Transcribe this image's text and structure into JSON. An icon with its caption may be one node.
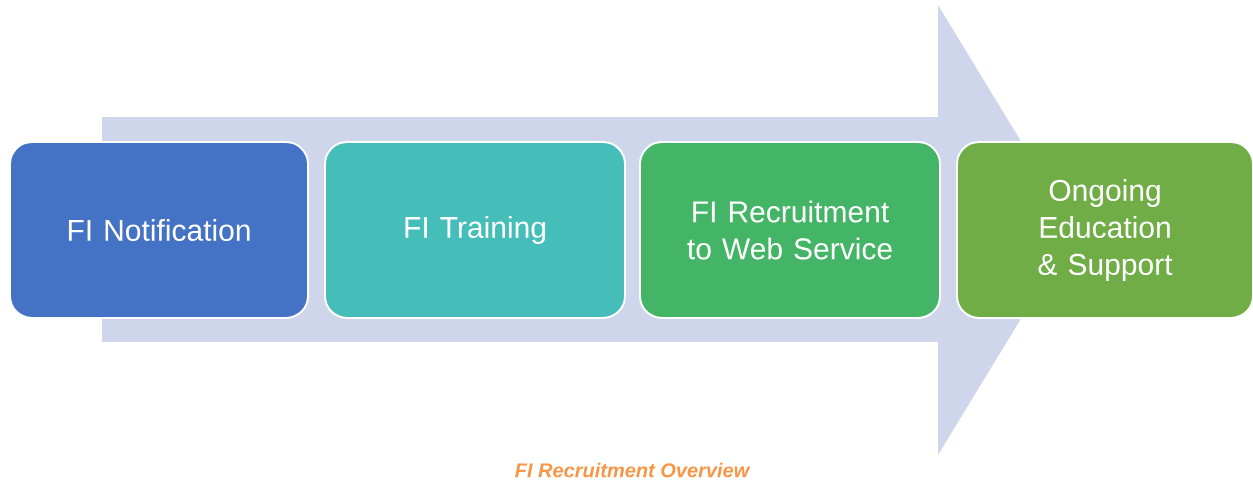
{
  "diagram": {
    "caption": "FI Recruitment Overview",
    "nodes": [
      {
        "text": [
          "FI Notification"
        ]
      },
      {
        "text": [
          "FI Training"
        ]
      },
      {
        "text": [
          "FI Recruitment to Web Service"
        ]
      },
      {
        "text": [
          "Ongoing Education & Support"
        ]
      }
    ]
  }
}
